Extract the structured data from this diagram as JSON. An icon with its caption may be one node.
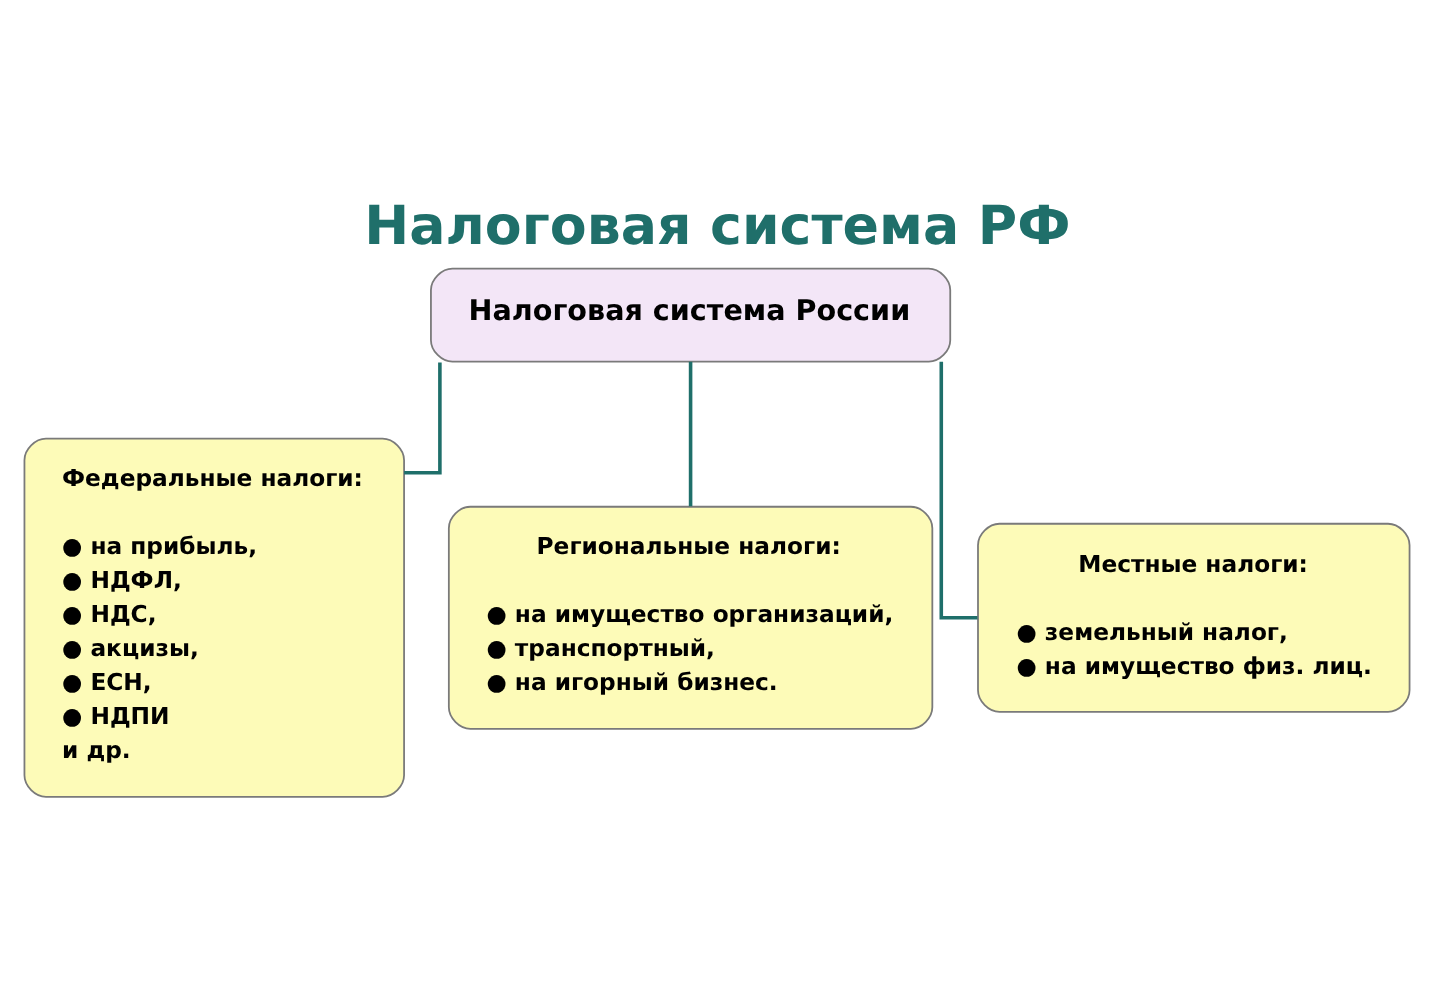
{
  "diagram": {
    "title": "Налоговая система РФ",
    "nodes": [
      {
        "text": [
          "Налоговая система России"
        ]
      },
      {
        "text": [
          "Федеральные налоги:",
          "● на прибыль,",
          "● НДФЛ,",
          "● НДС,",
          "● акцизы,",
          "● ЕСН,",
          "● НДПИ",
          "и др."
        ]
      },
      {
        "text": [
          "Региональные налоги:",
          "● на имущество организаций,",
          "● транспортный,",
          "● на игорный бизнес."
        ]
      },
      {
        "text": [
          "Местные налоги:",
          "● земельный налог,",
          "● на имущество физ. лиц."
        ]
      }
    ],
    "edges": [
      {
        "from": 0,
        "to": 1,
        "arrow": "none"
      },
      {
        "from": 0,
        "to": 2,
        "arrow": "none"
      },
      {
        "from": 0,
        "to": 3,
        "arrow": "none"
      }
    ]
  }
}
